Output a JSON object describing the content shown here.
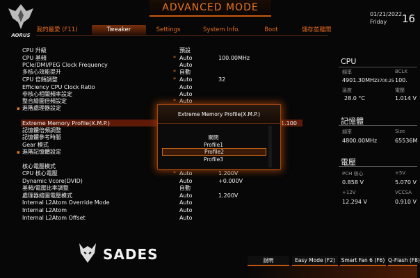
{
  "header": {
    "title": "ADVANCED MODE",
    "date": "01/21/2022",
    "weekday": "Friday",
    "time": "16",
    "logo_text": "AORUS"
  },
  "tabs": [
    {
      "label": "我的最愛 (F11)",
      "active": false
    },
    {
      "label": "Tweaker",
      "active": true
    },
    {
      "label": "Settings",
      "active": false
    },
    {
      "label": "System Info.",
      "active": false
    },
    {
      "label": "Boot",
      "active": false
    },
    {
      "label": "儲存並離開",
      "active": false
    }
  ],
  "settings": [
    {
      "label": "CPU 升級",
      "value": "預設",
      "value2": "",
      "star": false,
      "bullet": false
    },
    {
      "label": "CPU 基頻",
      "value": "Auto",
      "value2": "100.00MHz",
      "star": true,
      "bullet": false
    },
    {
      "label": "PCIe/DMI/PEG Clock Frequency",
      "value": "Auto",
      "value2": "",
      "star": false,
      "bullet": false
    },
    {
      "label": "多核心效能提升",
      "value": "自動",
      "value2": "",
      "star": true,
      "bullet": false
    },
    {
      "label": "CPU 倍頻調整",
      "value": "Auto",
      "value2": "32",
      "star": true,
      "bullet": false
    },
    {
      "label": "Efficiency CPU Clock Ratio",
      "value": "Auto",
      "value2": "",
      "star": false,
      "bullet": false
    },
    {
      "label": "非核心相關頻率設定",
      "value": "Auto",
      "value2": "",
      "star": false,
      "bullet": false
    },
    {
      "label": "整合繪圖倍頻設定",
      "value": "Auto",
      "value2": "",
      "star": true,
      "bullet": false
    },
    {
      "label": "進階處理器設定",
      "value": "",
      "value2": "",
      "star": false,
      "bullet": true
    },
    {
      "label": "Extreme Memory Profile(X.M.P.)",
      "value": "",
      "value2": "1.100",
      "star": false,
      "bullet": false
    },
    {
      "label": "記憶體倍頻調整",
      "value": "",
      "value2": "",
      "star": false,
      "bullet": false
    },
    {
      "label": "記憶體參考時脈",
      "value": "",
      "value2": "",
      "star": false,
      "bullet": false
    },
    {
      "label": "Gear 模式",
      "value": "",
      "value2": "",
      "star": false,
      "bullet": false
    },
    {
      "label": "進階記憶體設定",
      "value": "",
      "value2": "",
      "star": false,
      "bullet": true
    },
    {
      "label": "核心電壓模式",
      "value": "",
      "value2": "",
      "star": false,
      "bullet": false
    },
    {
      "label": "CPU 核心電壓",
      "value": "Auto",
      "value2": "1.200V",
      "star": true,
      "bullet": false
    },
    {
      "label": "Dynamic Vcore(DVID)",
      "value": "Auto",
      "value2": "+0.000V",
      "star": false,
      "bullet": false
    },
    {
      "label": "基頻/電壓比率調整",
      "value": "自動",
      "value2": "",
      "star": false,
      "bullet": false
    },
    {
      "label": "處理器繪圖電壓模式",
      "value": "Auto",
      "value2": "1.200V",
      "star": false,
      "bullet": false
    },
    {
      "label": "Internal L2Atom Override Mode",
      "value": "Auto",
      "value2": "",
      "star": false,
      "bullet": false
    },
    {
      "label": "Internal L2Atom",
      "value": "Auto",
      "value2": "",
      "star": false,
      "bullet": false
    },
    {
      "label": "Internal L2Atom Offset",
      "value": "Auto",
      "value2": "",
      "star": false,
      "bullet": false
    }
  ],
  "popup": {
    "title": "Extreme Memory Profile(X.M.P.)",
    "options": [
      {
        "label": "關閉",
        "selected": false
      },
      {
        "label": "Profile1",
        "selected": false
      },
      {
        "label": "Profile2",
        "selected": true
      },
      {
        "label": "Profile3",
        "selected": false
      }
    ]
  },
  "info": {
    "cpu": {
      "title": "CPU",
      "freq_label": "頻率",
      "freq_value": "4901.30MHz",
      "freq_sub": "3700.25",
      "bclk_label": "BCLK",
      "bclk_value": "100.",
      "temp_label": "溫度",
      "temp_value": "28.0 °C",
      "volt_label": "電壓",
      "volt_value": "1.014 V"
    },
    "memory": {
      "title": "記憶體",
      "freq_label": "頻率",
      "freq_value": "4800.00MHz",
      "size_label": "Size",
      "size_value": "65536M"
    },
    "voltage": {
      "title": "電壓",
      "pch_label": "PCH 核心",
      "pch_value": "0.858 V",
      "p5_label": "+5V",
      "p5_value": "5.070 V",
      "p12_label": "+12V",
      "p12_value": "12.294 V",
      "vccsa_label": "VCCSA",
      "vccsa_value": "0.910 V"
    }
  },
  "footer": {
    "brand": "SADES",
    "buttons": [
      "說明",
      "Easy Mode (F2)",
      "Smart Fan 6 (F6)",
      "Q-Flash (F8)"
    ]
  },
  "colors": {
    "accent": "#e87722",
    "highlight": "#5e1a08",
    "background": "#070707"
  }
}
